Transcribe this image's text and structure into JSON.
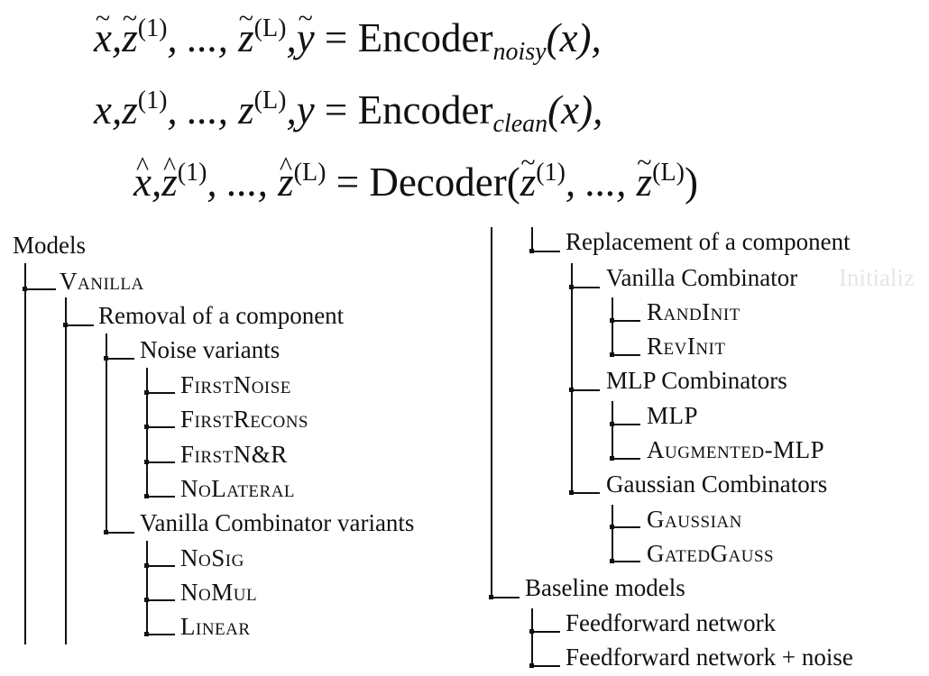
{
  "equations": {
    "line1": {
      "lhs": [
        {
          "sym": "x",
          "acc": "tilde"
        },
        {
          "sym": ","
        },
        {
          "sym": "z",
          "acc": "tilde",
          "sup": "(1)"
        },
        {
          "sym": ", ..., "
        },
        {
          "sym": "z",
          "acc": "tilde",
          "sup": "(L)"
        },
        {
          "sym": ","
        },
        {
          "sym": "y",
          "acc": "tilde"
        }
      ],
      "rhs_func": "Encoder",
      "rhs_sub": "noisy",
      "rhs_arg": "(x),"
    },
    "line2": {
      "lhs": [
        {
          "sym": "x"
        },
        {
          "sym": ","
        },
        {
          "sym": "z",
          "sup": "(1)"
        },
        {
          "sym": ", ..., "
        },
        {
          "sym": "z",
          "sup": "(L)"
        },
        {
          "sym": ","
        },
        {
          "sym": "y"
        }
      ],
      "rhs_func": "Encoder",
      "rhs_sub": "clean",
      "rhs_arg": "(x),"
    },
    "line3": {
      "lhs": [
        {
          "sym": "x",
          "acc": "hat"
        },
        {
          "sym": ","
        },
        {
          "sym": "z",
          "acc": "hat",
          "sup": "(1)"
        },
        {
          "sym": ", ..., "
        },
        {
          "sym": "z",
          "acc": "hat",
          "sup": "(L)"
        }
      ],
      "rhs_func": "Decoder",
      "rhs_open": "(",
      "rhs_args": [
        {
          "sym": "z",
          "acc": "tilde",
          "sup": "(1)"
        },
        {
          "sym": ", ..., "
        },
        {
          "sym": "z",
          "acc": "tilde",
          "sup": "(L)"
        }
      ],
      "rhs_close": ")"
    },
    "equals": "="
  },
  "tree": {
    "root": "Models",
    "vanilla": "Vanilla",
    "removal": "Removal of a component",
    "noise_variants": "Noise variants",
    "first_noise": "FirstNoise",
    "first_recons": "FirstRecons",
    "first_nr": "FirstN&R",
    "no_lateral": "NoLateral",
    "vanilla_comb_variants": "Vanilla Combinator variants",
    "no_sig": "NoSig",
    "no_mul": "NoMul",
    "linear": "Linear",
    "replacement": "Replacement of a component",
    "vanilla_combinator": "Vanilla Combinator",
    "ghost_text": "Initializ",
    "rand_init": "RandInit",
    "rev_init": "RevInit",
    "mlp_combinators": "MLP Combinators",
    "mlp": "MLP",
    "augmented_mlp": "Augmented-MLP",
    "gaussian_combinators": "Gaussian Combinators",
    "gaussian": "Gaussian",
    "gated_gauss": "GatedGauss",
    "baseline": "Baseline models",
    "feedforward": "Feedforward network",
    "feedforward_noise": "Feedforward network + noise"
  }
}
